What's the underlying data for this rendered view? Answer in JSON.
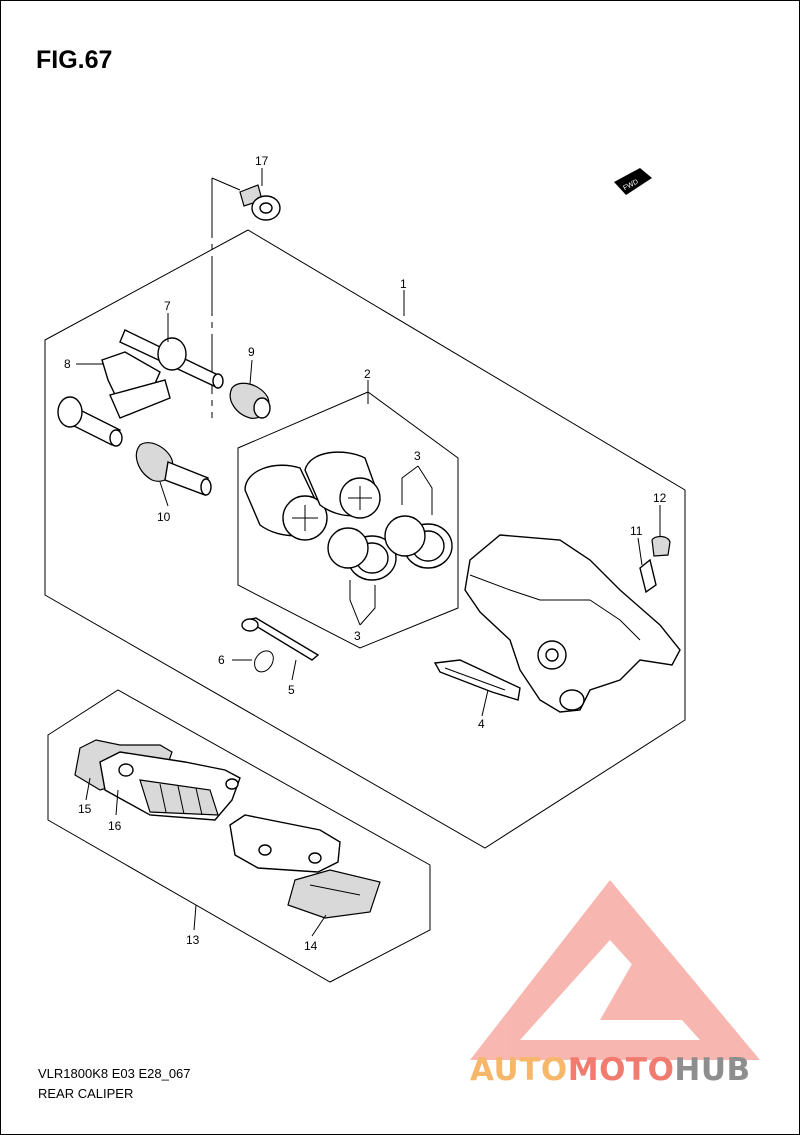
{
  "figure": {
    "title": "FIG.67"
  },
  "footer": {
    "code": "VLR1800K8 E03 E28_067",
    "name": "REAR CALIPER"
  },
  "fwd_label": "FWD",
  "callouts": {
    "p1": "1",
    "p2": "2",
    "p3a": "3",
    "p3b": "3",
    "p4": "4",
    "p5": "5",
    "p6": "6",
    "p7": "7",
    "p8": "8",
    "p9": "9",
    "p10": "10",
    "p11": "11",
    "p12": "12",
    "p13": "13",
    "p14a": "14",
    "p15": "15",
    "p16": "16",
    "p17": "17"
  },
  "watermark": {
    "part1": "AUTO",
    "part2": "MOTO",
    "part3": "HUB"
  },
  "colors": {
    "watermark_orange": "#f6b76b",
    "watermark_red": "#f27b70",
    "watermark_gray": "#8e8e8e"
  }
}
